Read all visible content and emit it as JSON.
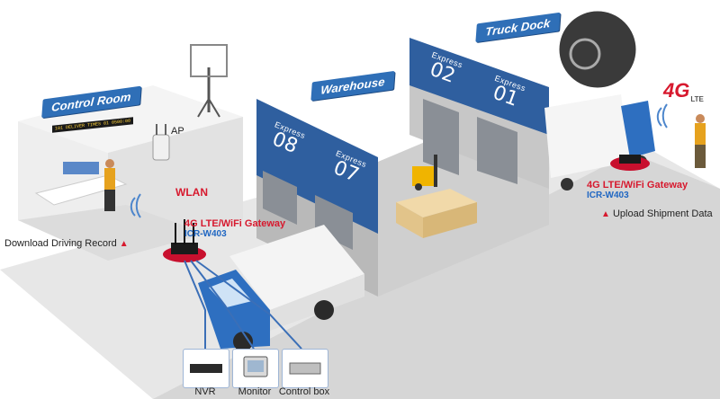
{
  "areas": {
    "control_room": "Control Room",
    "warehouse": "Warehouse",
    "truck_dock": "Truck Dock"
  },
  "docks": [
    {
      "prefix": "Express",
      "number": "08"
    },
    {
      "prefix": "Express",
      "number": "07"
    },
    {
      "prefix": "Express",
      "number": "02"
    },
    {
      "prefix": "Express",
      "number": "01"
    }
  ],
  "control_room_ticker": "101 DELIVER TIMES 01 0500:00",
  "labels": {
    "ap": "AP",
    "wlan": "WLAN",
    "download_driving_record": "Download Driving Record",
    "upload_shipment_data": "Upload Shipment Data"
  },
  "gateways": [
    {
      "title": "4G LTE/WiFi Gateway",
      "model": "ICR-W403"
    },
    {
      "title": "4G LTE/WiFi Gateway",
      "model": "ICR-W403"
    }
  ],
  "badge_4g": {
    "main": "4G",
    "sub": "LTE"
  },
  "devices": [
    {
      "name": "NVR"
    },
    {
      "name": "Monitor"
    },
    {
      "name": "Control box"
    }
  ],
  "colors": {
    "accent_blue": "#2f6fb7",
    "alert_red": "#d7192e",
    "model_blue": "#1f66c2"
  }
}
